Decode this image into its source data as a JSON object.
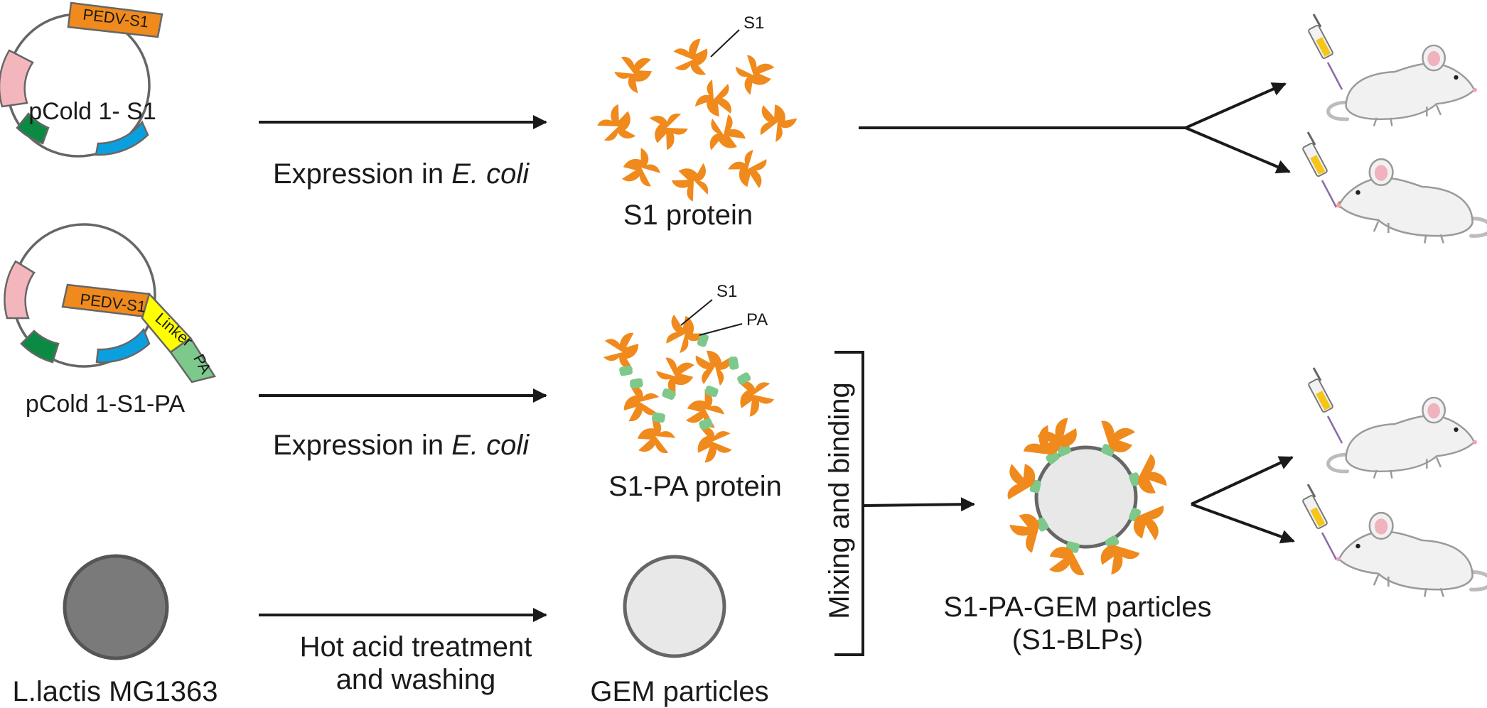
{
  "plasmid_top": {
    "name": "pCold 1- S1",
    "segment_label": "PEDV-S1"
  },
  "plasmid_mid": {
    "name": "pCold 1-S1-PA",
    "segment_s1": "PEDV-S1",
    "segment_linker": "Linker",
    "segment_pa": "PA"
  },
  "lactis": {
    "label": "L.lactis MG1363"
  },
  "step_top": {
    "prefix": "Expression in ",
    "organism": "E. coli"
  },
  "step_mid": {
    "prefix": "Expression in ",
    "organism": "E. coli"
  },
  "step_bottom": {
    "line1": "Hot acid treatment",
    "line2": "and washing"
  },
  "protein_top": {
    "label": "S1 protein",
    "callout": "S1"
  },
  "protein_mid": {
    "label": "S1-PA protein",
    "callout_s1": "S1",
    "callout_pa": "PA"
  },
  "gem": {
    "label": "GEM particles"
  },
  "mixing": {
    "label": "Mixing and binding"
  },
  "blp": {
    "line1": "S1-PA-GEM particles",
    "line2": "(S1-BLPs)"
  },
  "colors": {
    "pedv_s1": "#f08a1c",
    "linker": "#ffff00",
    "pa": "#7dc98b",
    "pink": "#f4b6bd",
    "green": "#0b8a43",
    "blue": "#0aa0e0",
    "gem_fill": "#e8e8e8",
    "lactis_fill": "#7a7a7a"
  }
}
